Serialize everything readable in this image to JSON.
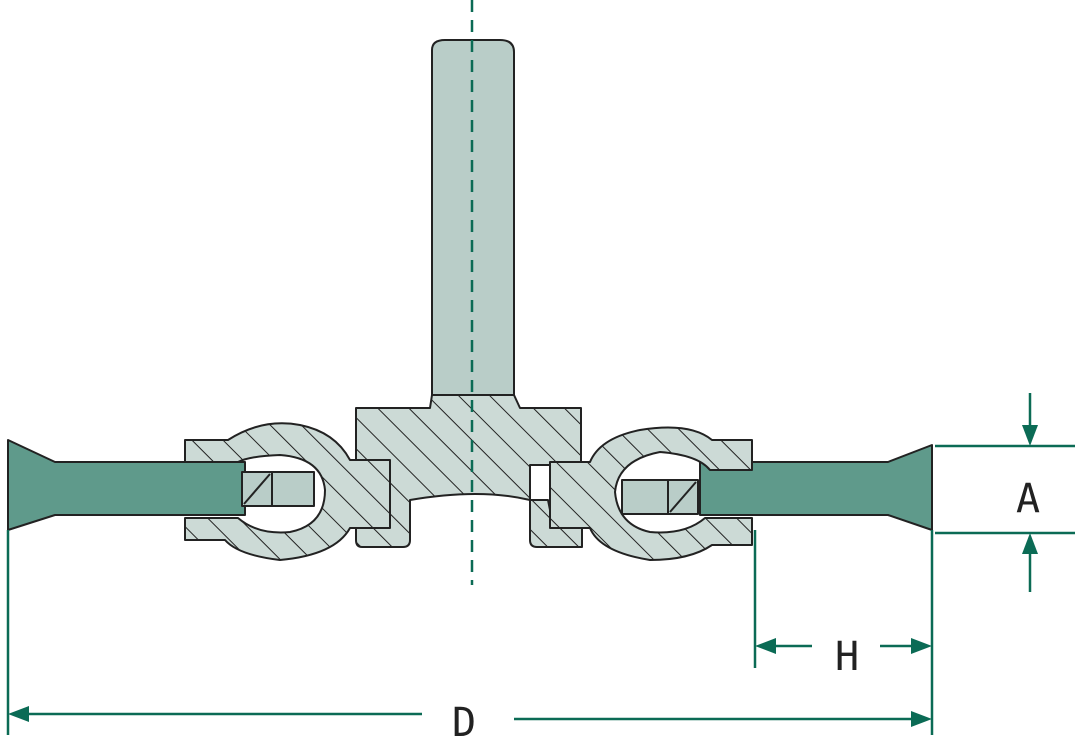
{
  "labels": {
    "a": "A",
    "h": "H",
    "d": "D"
  },
  "colors": {
    "part_fill": "#b9cdc8",
    "hatch_fill": "#ccdad6",
    "bristle_fill": "#5f9a8b",
    "outline": "#222222",
    "dimension": "#0b6b55",
    "centerline": "#0b6b55"
  }
}
